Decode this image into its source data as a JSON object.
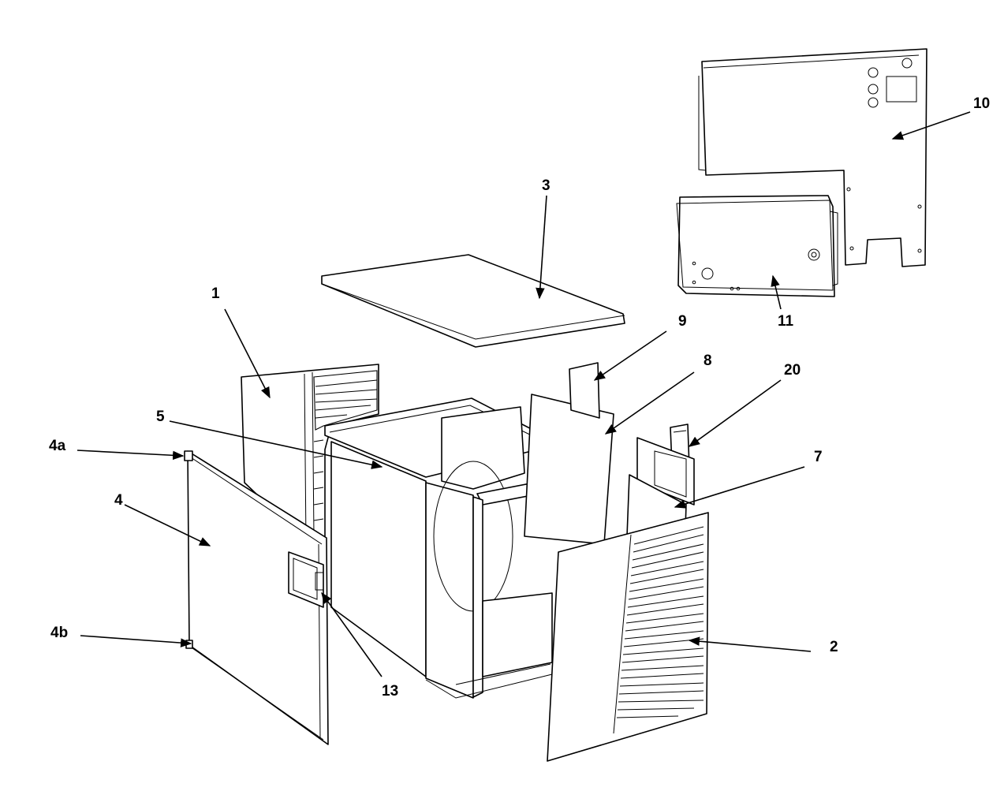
{
  "labels": {
    "p1": "1",
    "p2": "2",
    "p3": "3",
    "p4": "4",
    "p4a": "4a",
    "p4b": "4b",
    "p5": "5",
    "p7": "7",
    "p8": "8",
    "p9": "9",
    "p10": "10",
    "p11": "11",
    "p13": "13",
    "p20": "20"
  },
  "colors": {
    "line": "#000000",
    "background": "#ffffff"
  }
}
